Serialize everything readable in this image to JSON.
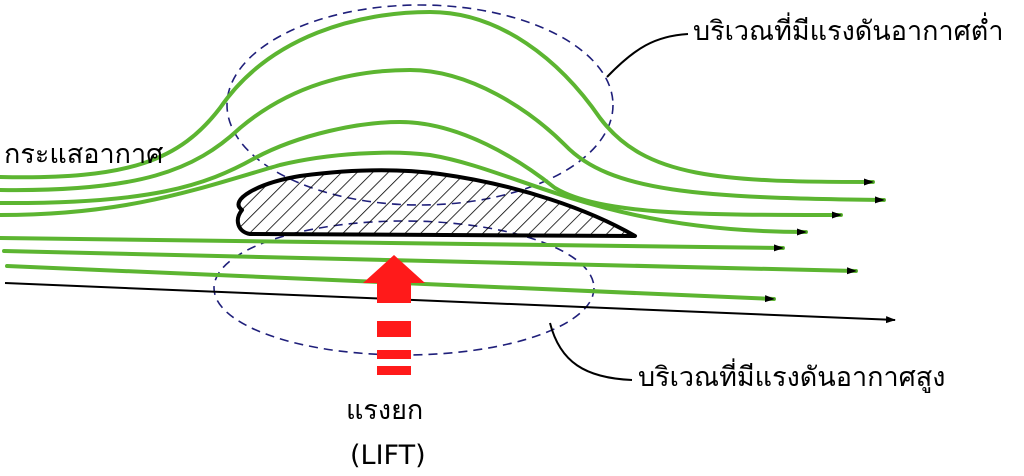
{
  "labels": {
    "airflow": "กระแสอากาศ",
    "low_pressure": "บริเวณที่มีแรงดันอากาศต่ำ",
    "high_pressure": "บริเวณที่มีแรงดันอากาศสูง",
    "lift": "แรงยก",
    "lift_en": "(LIFT)"
  },
  "colors": {
    "streamline": "#5cb531",
    "lift_arrow": "#ff1a1a",
    "region_outline": "#1f1f7a",
    "airfoil_outline": "#000000",
    "text": "#000000"
  },
  "icons": {
    "streamline_end": "arrowhead-icon",
    "lift": "up-arrow-icon"
  }
}
